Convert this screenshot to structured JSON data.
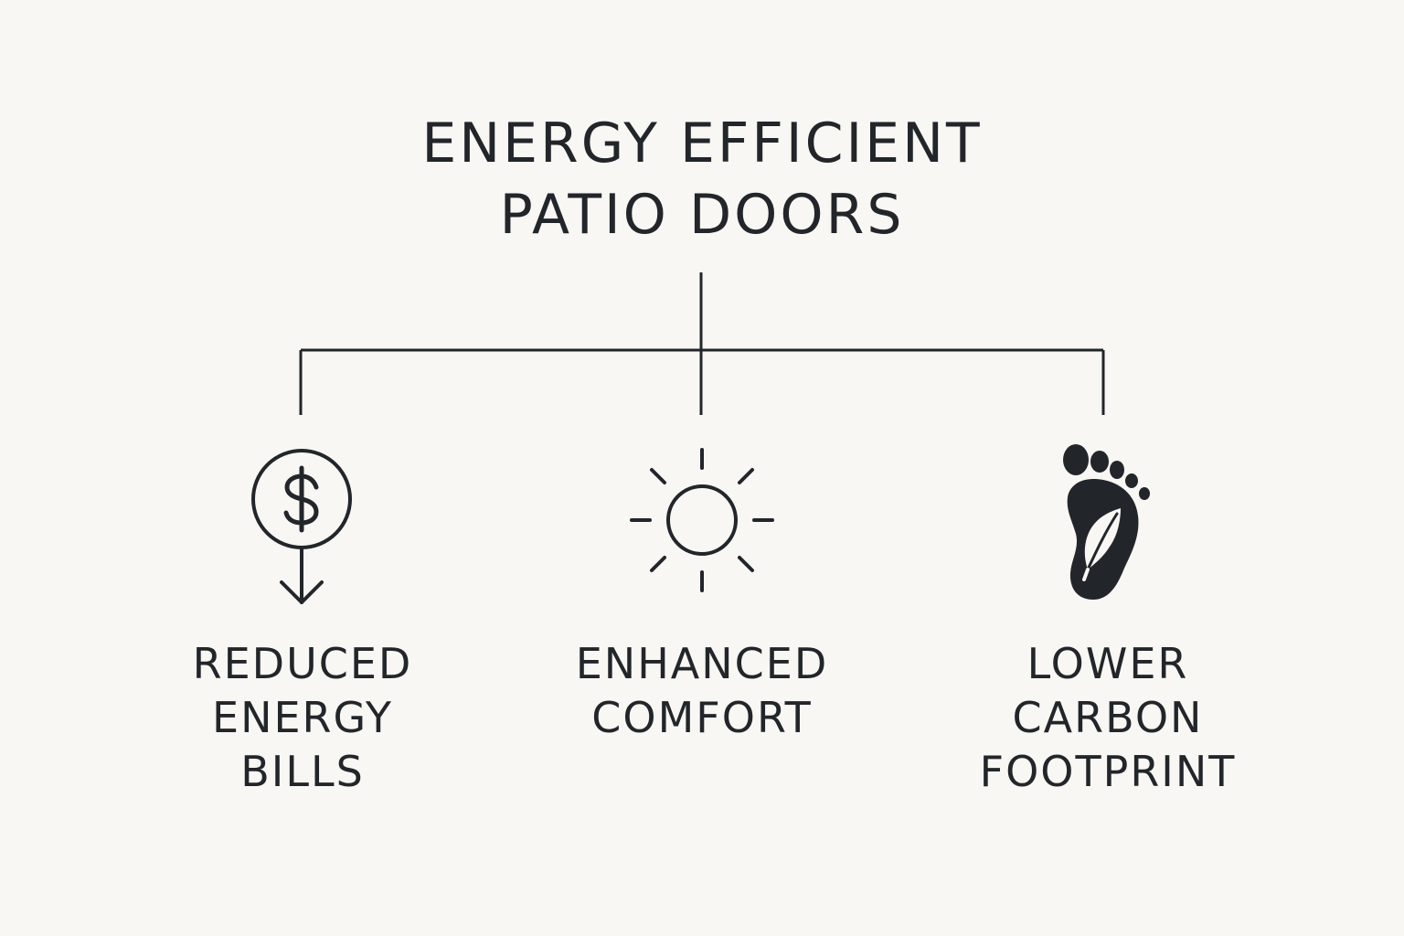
{
  "title": {
    "line1": "ENERGY EFFICIENT",
    "line2": "PATIO DOORS"
  },
  "benefits": [
    {
      "icon": "dollar-down-arrow-icon",
      "lines": [
        "REDUCED",
        "ENERGY",
        "BILLS"
      ]
    },
    {
      "icon": "sun-icon",
      "lines": [
        "ENHANCED",
        "COMFORT"
      ]
    },
    {
      "icon": "footprint-leaf-icon",
      "lines": [
        "LOWER",
        "CARBON",
        "FOOTPRINT"
      ]
    }
  ],
  "colors": {
    "background": "#f8f7f4",
    "ink": "#22262a"
  }
}
